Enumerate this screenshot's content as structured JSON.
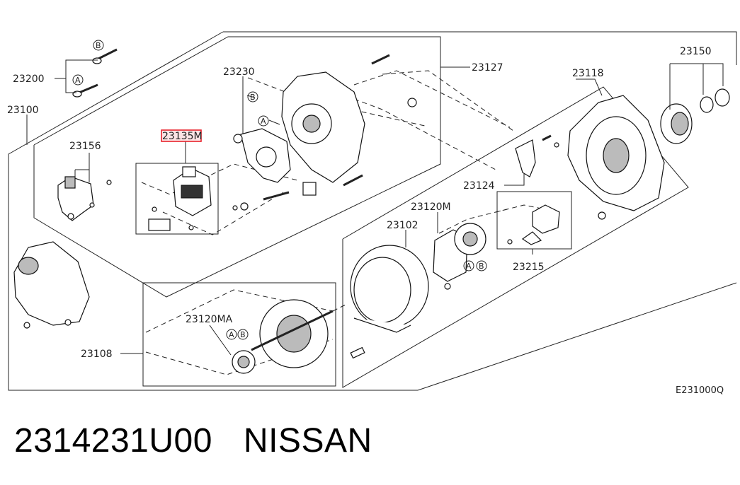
{
  "diagram": {
    "callouts": {
      "c23200": "23200",
      "c23100": "23100",
      "c23156": "23156",
      "c23135_prefix": "23135",
      "c23135_suffix": "M",
      "c23230": "23230",
      "c23127": "23127",
      "c23118": "23118",
      "c23150": "23150",
      "c23124": "23124",
      "c23120M": "23120M",
      "c23102": "23102",
      "c23215": "23215",
      "c23120MA": "23120MA",
      "c23108": "23108"
    },
    "markers": {
      "A": "A",
      "B": "B"
    },
    "figure_code": "E231000Q",
    "highlight_color": "#e8202a"
  },
  "caption": {
    "part_number": "2314231U00",
    "brand": "NISSAN"
  }
}
